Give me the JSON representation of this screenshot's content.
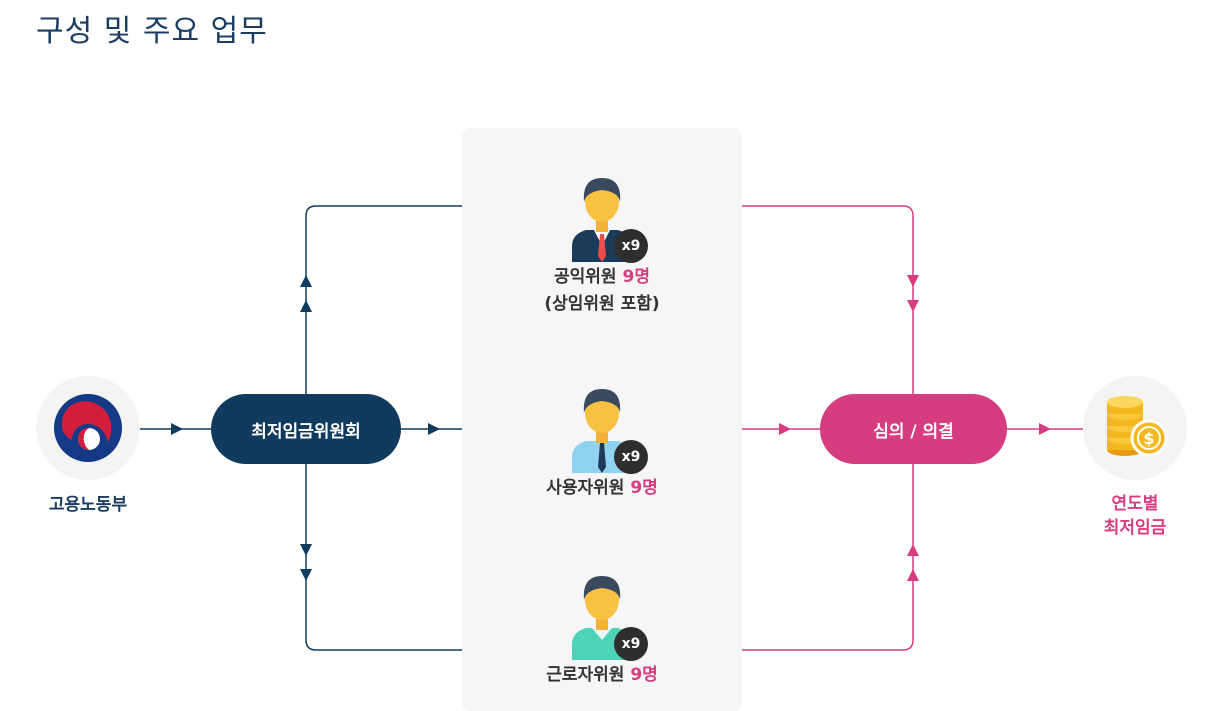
{
  "page": {
    "title": "구성 및 주요 업무"
  },
  "colors": {
    "navy": "#113a5f",
    "pink": "#d63d80",
    "panel": "#f6f6f6",
    "badge": "#2e2e2e"
  },
  "nodes": {
    "ministry": {
      "label": "고용노동부",
      "icon": "taegeuk-emblem-icon"
    },
    "committee": {
      "label": "최저임금위원회"
    },
    "decision": {
      "label": "심의 / 의결"
    },
    "result": {
      "label_line1": "연도별",
      "label_line2": "최저임금",
      "icon": "coin-stack-icon"
    }
  },
  "members": [
    {
      "role": "공익위원",
      "count": "9명",
      "note": "(상임위원 포함)",
      "badge": "x9",
      "icon": "businessman-red-tie-icon"
    },
    {
      "role": "사용자위원",
      "count": "9명",
      "badge": "x9",
      "icon": "employer-blue-shirt-icon"
    },
    {
      "role": "근로자위원",
      "count": "9명",
      "badge": "x9",
      "icon": "worker-green-shirt-icon"
    }
  ]
}
